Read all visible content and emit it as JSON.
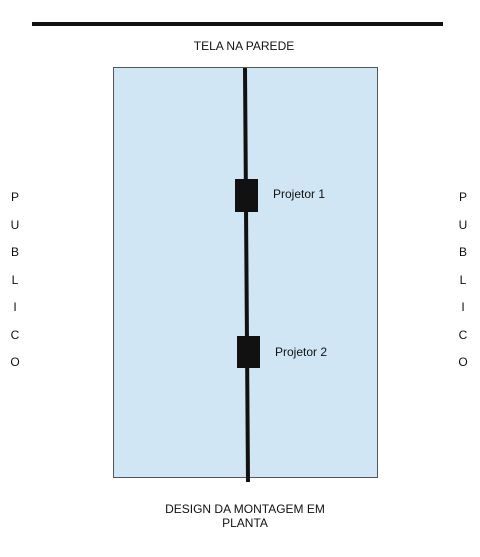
{
  "top_label": "TELA NA PAREDE",
  "left_audience": [
    "P",
    "U",
    "B",
    "L",
    "I",
    "C",
    "O"
  ],
  "right_audience": [
    "P",
    "U",
    "B",
    "L",
    "I",
    "C",
    "O"
  ],
  "projectors": [
    {
      "label": "Projetor 1"
    },
    {
      "label": "Projetor 2"
    }
  ],
  "bottom_label_lines": [
    "DESIGN DA MONTAGEM EM",
    "PLANTA"
  ],
  "colors": {
    "room_fill": "#d1e6f5",
    "room_border": "#555555",
    "lines": "#111111"
  }
}
